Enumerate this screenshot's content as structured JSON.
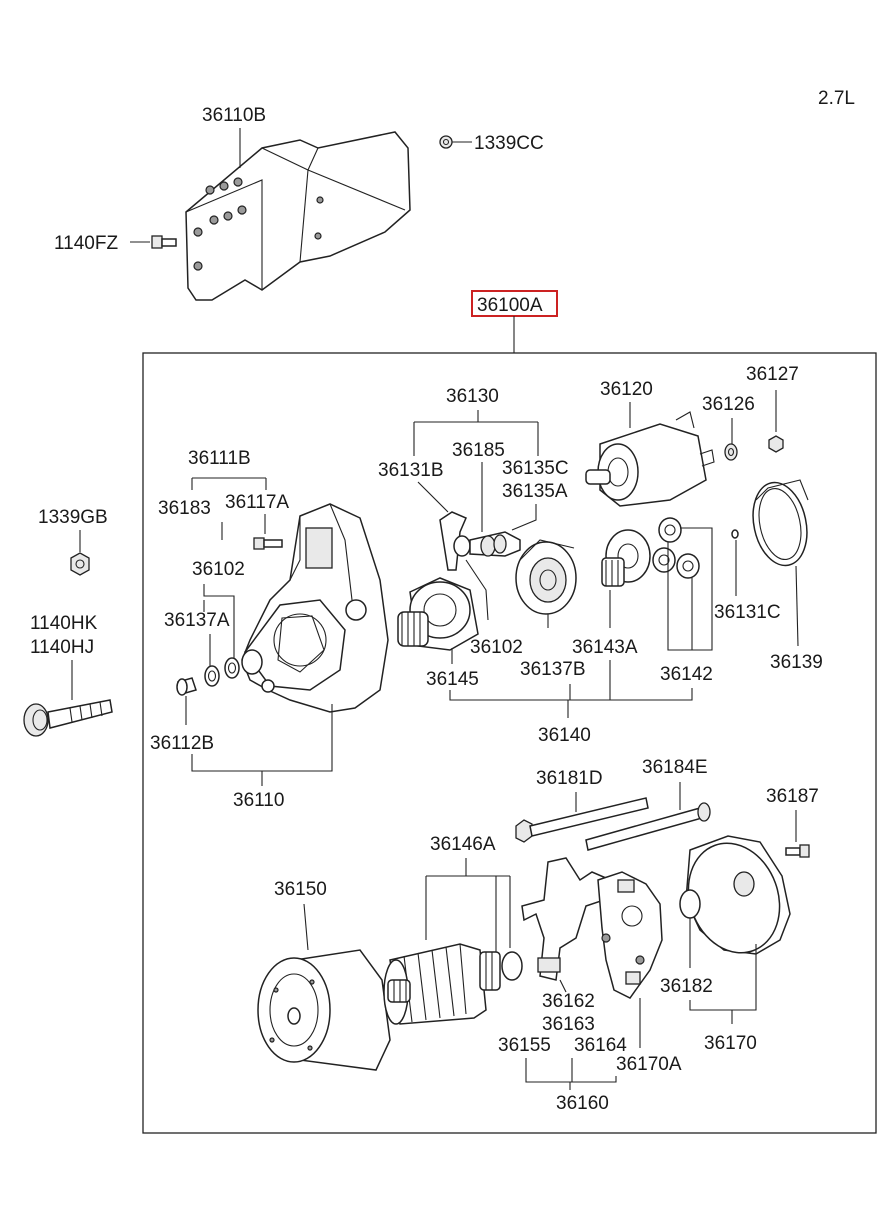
{
  "engine_label": "2.7L",
  "highlight_color": "#cc2222",
  "labels": {
    "p36110B": "36110B",
    "p1339CC": "1339CC",
    "p1140FZ": "1140FZ",
    "p36100A": "36100A",
    "p36130": "36130",
    "p36120": "36120",
    "p36127": "36127",
    "p36126": "36126",
    "p36185": "36185",
    "p36111B": "36111B",
    "p36131B": "36131B",
    "p36135C": "36135C",
    "p36135A": "36135A",
    "p1339GB": "1339GB",
    "p36183": "36183",
    "p36117A": "36117A",
    "p36102a": "36102",
    "p36137A": "36137A",
    "p1140HK": "1140HK",
    "p1140HJ": "1140HJ",
    "p36131C": "36131C",
    "p36102b": "36102",
    "p36143A": "36143A",
    "p36139": "36139",
    "p36145": "36145",
    "p36137B": "36137B",
    "p36142": "36142",
    "p36112B": "36112B",
    "p36140": "36140",
    "p36110": "36110",
    "p36181D": "36181D",
    "p36184E": "36184E",
    "p36187": "36187",
    "p36146A": "36146A",
    "p36150": "36150",
    "p36162": "36162",
    "p36182": "36182",
    "p36163": "36163",
    "p36155": "36155",
    "p36164": "36164",
    "p36170": "36170",
    "p36170A": "36170A",
    "p36160": "36160"
  }
}
